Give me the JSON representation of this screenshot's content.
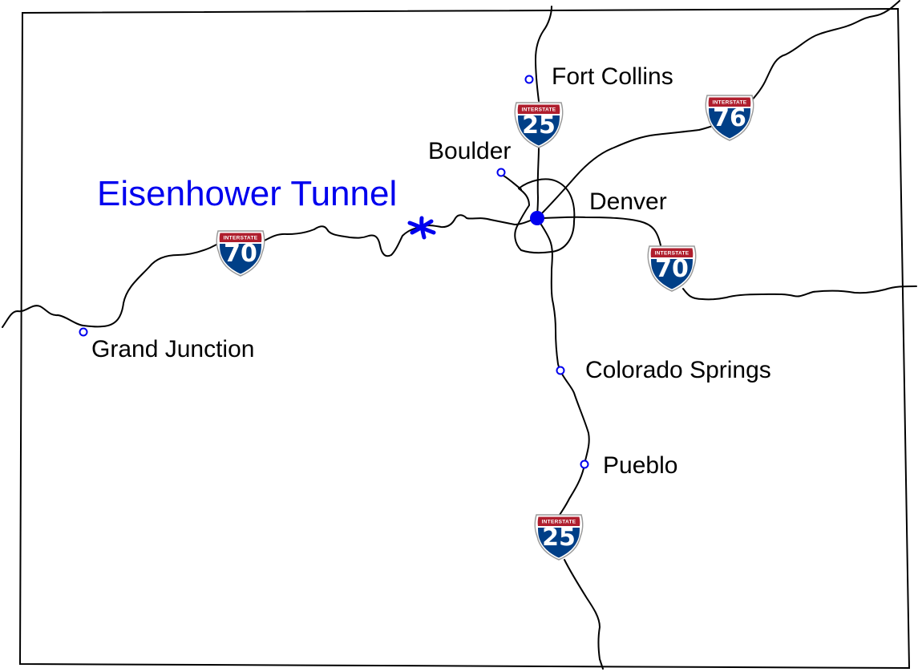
{
  "map": {
    "colors": {
      "highlight": "#0000ee",
      "shield_blue": "#003f87",
      "shield_red": "#af1e2d",
      "road": "#000000",
      "border": "#000000"
    },
    "highlight": {
      "label": "Eisenhower Tunnel",
      "icon": "star-marker"
    },
    "cities": {
      "fort_collins": "Fort Collins",
      "boulder": "Boulder",
      "denver": "Denver",
      "grand_junction": "Grand Junction",
      "colorado_springs": "Colorado Springs",
      "pueblo": "Pueblo"
    },
    "shields": {
      "top_text": "INTERSTATE",
      "i25_north": "25",
      "i25_south": "25",
      "i70_west": "70",
      "i70_east": "70",
      "i76": "76"
    }
  }
}
